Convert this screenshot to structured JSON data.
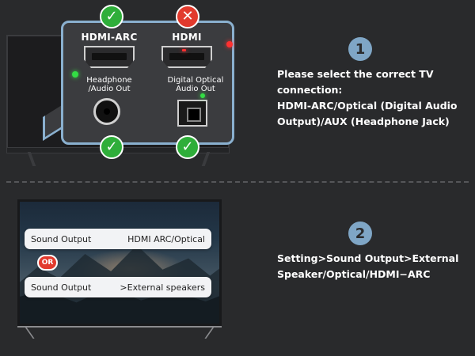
{
  "section1": {
    "step_number": "1",
    "text_lines": [
      "Please select the correct TV",
      "connection:",
      "HDMI-ARC/Optical (Digital Audio",
      "Output)/AUX (Headphone Jack)"
    ],
    "ports": {
      "hdmi_arc_label": "HDMI-ARC",
      "hdmi_label": "HDMI",
      "headphone_label_1": "Headphone",
      "headphone_label_2": "/Audio Out",
      "optical_label_1": "Digital Optical",
      "optical_label_2": "Audio Out"
    },
    "badges": {
      "ok_glyph": "✓",
      "no_glyph": "✕"
    }
  },
  "section2": {
    "step_number": "2",
    "text_lines": [
      "Setting>Sound Output>External",
      "Speaker/Optical/HDMI−ARC"
    ],
    "menu1": {
      "label": "Sound Output",
      "value": "HDMI ARC/Optical"
    },
    "or_label": "OR",
    "menu2": {
      "label": "Sound Output",
      "value": ">External speakers"
    }
  },
  "colors": {
    "background": "#292a2c",
    "accent_blue": "#8ab0cf",
    "ok_green": "#2fae3a",
    "no_red": "#e23a2d"
  },
  "icons": {
    "check": "check-icon",
    "cross": "cross-icon"
  }
}
